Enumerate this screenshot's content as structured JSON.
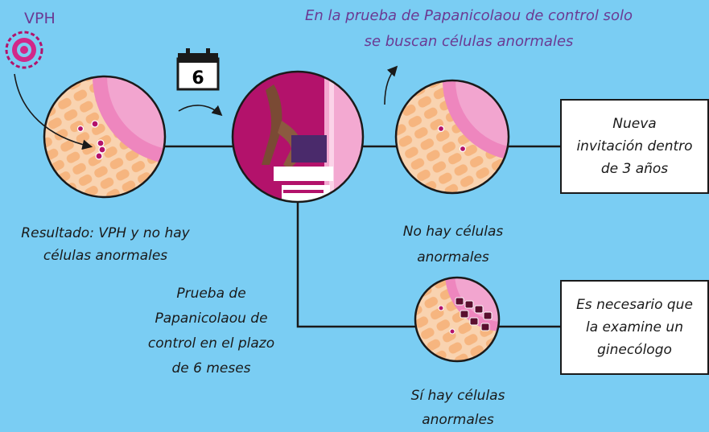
{
  "labels": {
    "vph": "VPH",
    "top_note_line1": "En la prueba de Papanicolaou de control solo",
    "top_note_line2": "se buscan células anormales",
    "result_line1": "Resultado: VPH y no hay",
    "result_line2": "células anormales",
    "followup_line1": "Prueba de",
    "followup_line2": "Papanicolaou de",
    "followup_line3": "control en el plazo",
    "followup_line4": "de 6 meses",
    "normal_line1": "No hay células",
    "normal_line2": "anormales",
    "abnormal_line1": "Sí hay células",
    "abnormal_line2": "anormales",
    "calendar_number": "6"
  },
  "boxes": {
    "invite_line1": "Nueva",
    "invite_line2": "invitación dentro",
    "invite_line3": "de 3 años",
    "gyn_line1": "Es necesario que",
    "gyn_line2": "la examine un",
    "gyn_line3": "ginecólogo"
  },
  "colors": {
    "background": "#7acdf3",
    "cell_tissue": "#f9c9a0",
    "cell_fill": "#f6b57f",
    "pink_layer": "#ee86be",
    "magenta": "#b3126b",
    "dark_cell": "#5a0f2f",
    "purple_text": "#6b3a93"
  },
  "icons": {
    "virus": "virus-icon",
    "calendar": "calendar-icon",
    "arrows": "curved-arrow-icon"
  }
}
